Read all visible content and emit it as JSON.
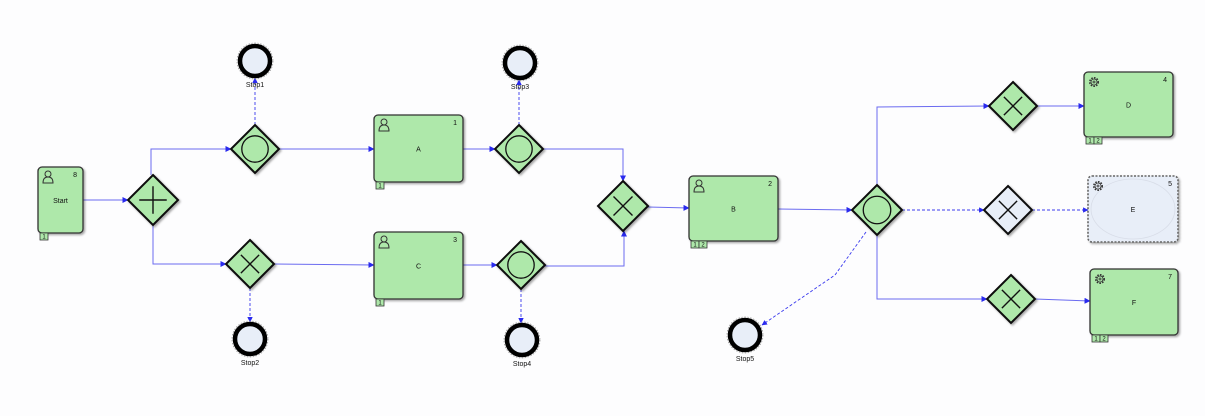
{
  "diagram": {
    "type": "process-flow",
    "colors": {
      "task_fill": "#aee8aa",
      "task_stroke": "#444444",
      "inactive_fill": "#e8eef8",
      "flow_line": "#3333ee",
      "gateway_fill": "#aee8aa",
      "end_fill": "#e8eef8"
    },
    "tasks": [
      {
        "id": "start",
        "label": "Start",
        "number": "8",
        "icon": "user-icon",
        "badges": [
          "1"
        ],
        "state": "active"
      },
      {
        "id": "A",
        "label": "A",
        "number": "1",
        "icon": "user-icon",
        "badges": [
          "1"
        ],
        "state": "active"
      },
      {
        "id": "C",
        "label": "C",
        "number": "3",
        "icon": "user-icon",
        "badges": [
          "1"
        ],
        "state": "active"
      },
      {
        "id": "B",
        "label": "B",
        "number": "2",
        "icon": "user-icon",
        "badges": [
          "1",
          "2"
        ],
        "state": "active"
      },
      {
        "id": "D",
        "label": "D",
        "number": "4",
        "icon": "gear-icon",
        "badges": [
          "1",
          "2"
        ],
        "state": "active"
      },
      {
        "id": "E",
        "label": "E",
        "number": "5",
        "icon": "gear-icon",
        "badges": [],
        "state": "inactive"
      },
      {
        "id": "F",
        "label": "F",
        "number": "7",
        "icon": "gear-icon",
        "badges": [
          "1",
          "2"
        ],
        "state": "active"
      }
    ],
    "gateways": [
      {
        "id": "g_split",
        "kind": "parallel",
        "state": "active"
      },
      {
        "id": "g_top1",
        "kind": "inclusive",
        "state": "active"
      },
      {
        "id": "g_bot1",
        "kind": "exclusive",
        "state": "active"
      },
      {
        "id": "g_top2",
        "kind": "inclusive",
        "state": "active"
      },
      {
        "id": "g_bot2",
        "kind": "inclusive",
        "state": "active"
      },
      {
        "id": "g_join",
        "kind": "exclusive",
        "state": "active"
      },
      {
        "id": "g_or",
        "kind": "inclusive",
        "state": "active"
      },
      {
        "id": "g_d",
        "kind": "exclusive",
        "state": "active"
      },
      {
        "id": "g_e",
        "kind": "exclusive",
        "state": "inactive"
      },
      {
        "id": "g_f",
        "kind": "exclusive",
        "state": "active"
      }
    ],
    "end_events": [
      {
        "id": "stop1",
        "label": "Stop1"
      },
      {
        "id": "stop2",
        "label": "Stop2"
      },
      {
        "id": "stop3",
        "label": "Stop3"
      },
      {
        "id": "stop4",
        "label": "Stop4"
      },
      {
        "id": "stop5",
        "label": "Stop5"
      }
    ],
    "flows": [
      {
        "from": "start",
        "to": "g_split",
        "style": "solid"
      },
      {
        "from": "g_split",
        "to": "g_top1",
        "style": "solid"
      },
      {
        "from": "g_split",
        "to": "g_bot1",
        "style": "solid"
      },
      {
        "from": "g_top1",
        "to": "A",
        "style": "solid"
      },
      {
        "from": "g_top1",
        "to": "stop1",
        "style": "dashed"
      },
      {
        "from": "g_bot1",
        "to": "C",
        "style": "solid"
      },
      {
        "from": "g_bot1",
        "to": "stop2",
        "style": "dashed"
      },
      {
        "from": "A",
        "to": "g_top2",
        "style": "solid"
      },
      {
        "from": "C",
        "to": "g_bot2",
        "style": "solid"
      },
      {
        "from": "g_top2",
        "to": "stop3",
        "style": "dashed"
      },
      {
        "from": "g_bot2",
        "to": "stop4",
        "style": "dashed"
      },
      {
        "from": "g_top2",
        "to": "g_join",
        "style": "solid"
      },
      {
        "from": "g_bot2",
        "to": "g_join",
        "style": "solid"
      },
      {
        "from": "g_join",
        "to": "B",
        "style": "solid"
      },
      {
        "from": "B",
        "to": "g_or",
        "style": "solid"
      },
      {
        "from": "g_or",
        "to": "g_d",
        "style": "solid"
      },
      {
        "from": "g_or",
        "to": "g_e",
        "style": "dashed"
      },
      {
        "from": "g_or",
        "to": "g_f",
        "style": "solid"
      },
      {
        "from": "g_or",
        "to": "stop5",
        "style": "dashed"
      },
      {
        "from": "g_d",
        "to": "D",
        "style": "solid"
      },
      {
        "from": "g_e",
        "to": "E",
        "style": "dashed"
      },
      {
        "from": "g_f",
        "to": "F",
        "style": "solid"
      }
    ]
  }
}
